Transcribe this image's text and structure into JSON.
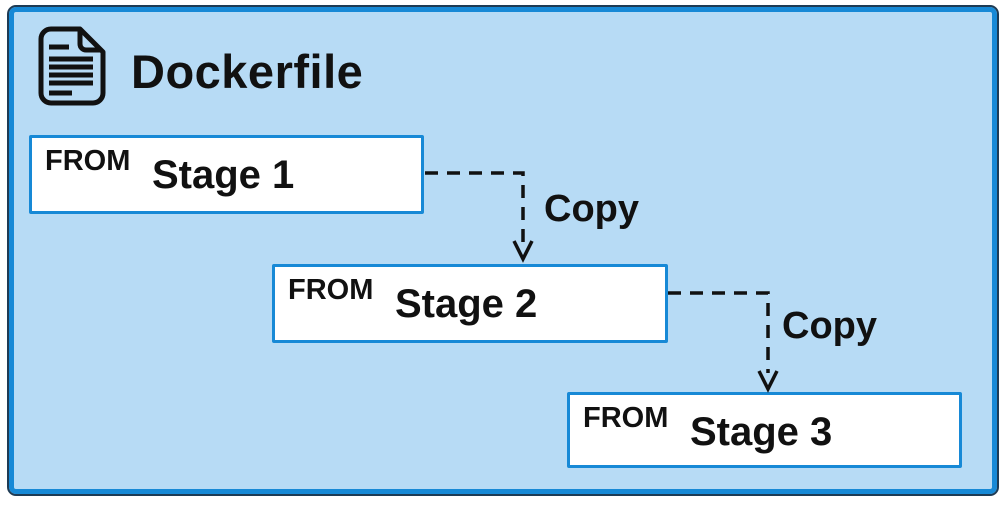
{
  "diagram": {
    "title": "Dockerfile",
    "stages": [
      {
        "keyword": "FROM",
        "label": "Stage 1"
      },
      {
        "keyword": "FROM",
        "label": "Stage 2"
      },
      {
        "keyword": "FROM",
        "label": "Stage 3"
      }
    ],
    "copy_arrows": [
      {
        "label": "Copy",
        "from": "Stage 1",
        "to": "Stage 2"
      },
      {
        "label": "Copy",
        "from": "Stage 2",
        "to": "Stage 3"
      }
    ],
    "icons": {
      "document": "document-icon"
    },
    "colors": {
      "container_fill": "#b7dbf5",
      "border_blue": "#1789d6",
      "outline_dark": "#1e3b54",
      "stage_fill": "#ffffff",
      "text": "#111111",
      "arrow": "#111111"
    }
  }
}
